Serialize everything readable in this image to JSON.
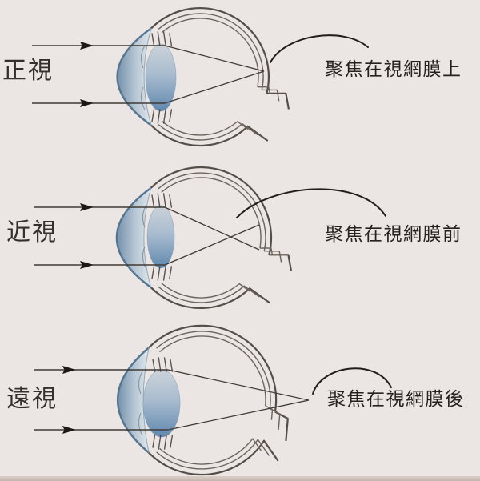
{
  "figure": {
    "description_labels_present": [
      "正視",
      "近視",
      "遠視"
    ]
  },
  "panels": [
    {
      "id": "emmetropia",
      "label": "正視",
      "caption": "聚焦在視網膜上",
      "focus": "on-retina"
    },
    {
      "id": "myopia",
      "label": "近視",
      "caption": "聚焦在視網膜前",
      "focus": "before-retina"
    },
    {
      "id": "hyperopia",
      "label": "遠視",
      "caption": "聚焦在視網膜後",
      "focus": "behind-retina"
    }
  ],
  "colors": {
    "background": "#ebe6e3",
    "edge_strip_top": "#d9cec7",
    "edge_strip_bottom": "#c3b6ae",
    "outline": "#554e48",
    "outline_inner": "#6c635c",
    "ray": "#403a35",
    "arrow": "#1b1815",
    "annotation": "#221d1a",
    "label_text": "#35302b",
    "caption_text": "#26211d",
    "cornea_deep": "#6e8ca8",
    "cornea_mid": "#b5c6d4",
    "cornea_light": "#e0e7ec",
    "cornea_stroke": "#54748f",
    "cornea_inner_stroke": "#93a9bc",
    "iris_line": "#8d98a2",
    "lens_top": "#ccd3d9",
    "lens_mid": "#a9bccf",
    "lens_bottom": "#6088ae",
    "ciliary": "#473f38"
  }
}
